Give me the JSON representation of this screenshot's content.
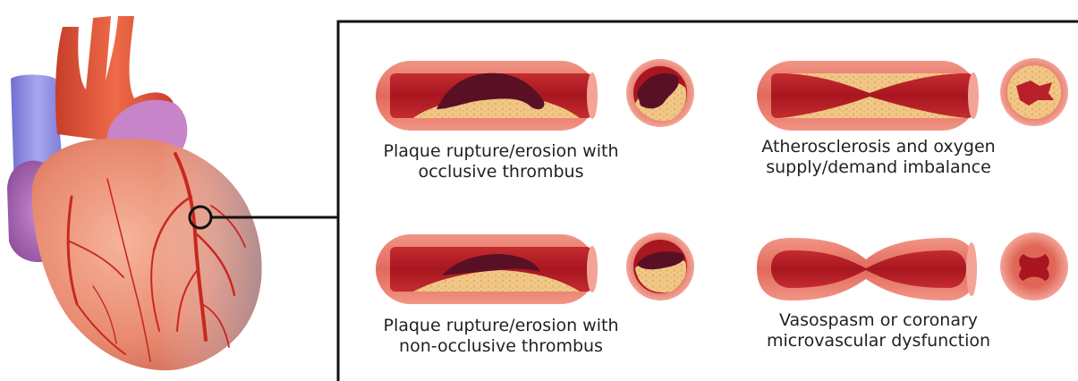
{
  "panels": [
    {
      "id": "plaque-rupture-occlusive",
      "caption_lines": [
        "Plaque rupture/erosion with",
        "occlusive thrombus"
      ]
    },
    {
      "id": "atherosclerosis-imbalance",
      "caption_lines": [
        "Atherosclerosis and oxygen",
        "supply/demand imbalance"
      ]
    },
    {
      "id": "plaque-rupture-non-occlusive",
      "caption_lines": [
        "Plaque rupture/erosion with",
        "non-occlusive thrombus"
      ]
    },
    {
      "id": "vasospasm-dysfunction",
      "caption_lines": [
        "Vasospasm or coronary",
        "microvascular dysfunction"
      ]
    }
  ],
  "colors": {
    "vessel_wall": "#e8746a",
    "vessel_lumen": "#b8202a",
    "plaque": "#f2c98a",
    "thrombus": "#5a1024",
    "heart_muscle": "#e8866a",
    "aorta": "#e0553a",
    "vein_blue": "#8f8ee0",
    "coronary_artery": "#c8281e",
    "frame_line": "#111111"
  }
}
